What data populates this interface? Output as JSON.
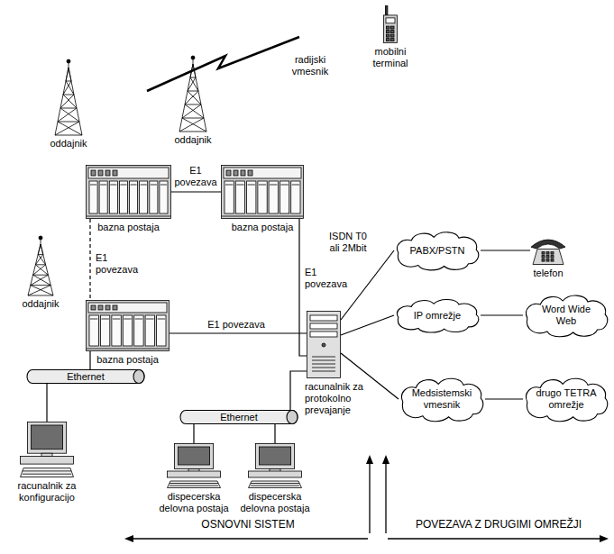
{
  "diagram": {
    "nodes": [
      {
        "text": [
          "mobilni terminal"
        ]
      },
      {
        "text": [
          "oddajnik"
        ]
      },
      {
        "text": [
          "oddajnik"
        ]
      },
      {
        "text": [
          "bazna postaja"
        ]
      },
      {
        "text": [
          "bazna postaja"
        ]
      },
      {
        "text": [
          "PABX/PSTN"
        ]
      },
      {
        "text": [
          "telefon"
        ]
      },
      {
        "text": [
          "oddajnik"
        ]
      },
      {
        "text": [
          "bazna postaja"
        ]
      },
      {
        "text": [
          "racunalnik za protokolno prevajanje"
        ]
      },
      {
        "text": [
          "IP omrežje"
        ]
      },
      {
        "text": [
          "Word Wide Web"
        ]
      },
      {
        "text": [
          "Ethernet"
        ]
      },
      {
        "text": [
          "Ethernet"
        ]
      },
      {
        "text": [
          "Medsistemski vmesnik"
        ]
      },
      {
        "text": [
          "drugo TETRA omrežje"
        ]
      },
      {
        "text": [
          "racunalnik za konfiguracijo"
        ]
      },
      {
        "text": [
          "dispecerska delovna postaja"
        ]
      },
      {
        "text": [
          "dispecerska delovna postaja"
        ]
      }
    ],
    "edges": [
      {
        "from": 3,
        "to": 4,
        "label": "E1 povezava",
        "arrow": "none"
      },
      {
        "from": 3,
        "to": 8,
        "label": "E1 povezava",
        "arrow": "none"
      },
      {
        "from": 4,
        "to": 9,
        "label": "E1 povezava",
        "arrow": "none"
      },
      {
        "from": 8,
        "to": 9,
        "label": "E1 povezava",
        "arrow": "none"
      },
      {
        "from": 9,
        "to": 5,
        "label": "ISDN T0 ali 2Mbit",
        "arrow": "none"
      },
      {
        "from": 5,
        "to": 6,
        "arrow": "none"
      },
      {
        "from": 9,
        "to": 10,
        "arrow": "none"
      },
      {
        "from": 10,
        "to": 11,
        "arrow": "none"
      },
      {
        "from": 9,
        "to": 14,
        "arrow": "none"
      },
      {
        "from": 14,
        "to": 15,
        "arrow": "none"
      },
      {
        "from": 8,
        "to": 12,
        "arrow": "none"
      },
      {
        "from": 12,
        "to": 16,
        "arrow": "none"
      },
      {
        "from": 13,
        "to": 9,
        "arrow": "none"
      },
      {
        "from": 13,
        "to": 17,
        "arrow": "none"
      },
      {
        "from": 13,
        "to": 18,
        "arrow": "none"
      }
    ],
    "labels": [
      "radijski vmesnik",
      "OSNOVNI SISTEM",
      "POVEZAVA Z DRUGIMI OMREŽJI"
    ]
  }
}
